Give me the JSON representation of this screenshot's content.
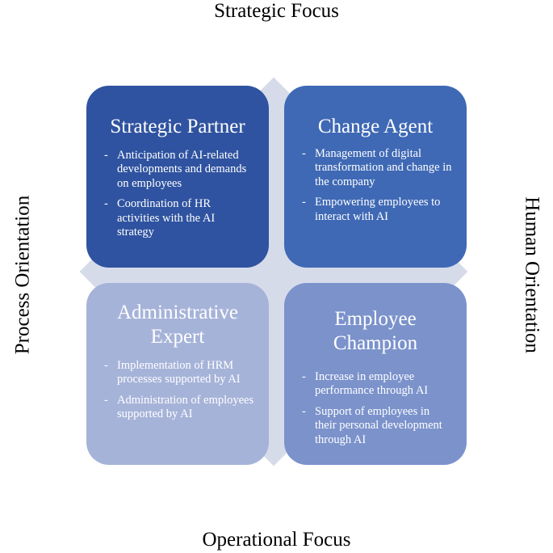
{
  "axes": {
    "top": "Strategic Focus",
    "bottom": "Operational Focus",
    "left": "Process Orientation",
    "right": "Human Orientation"
  },
  "quadrants": {
    "strategic_partner": {
      "title": "Strategic Partner",
      "items": [
        "Anticipation of AI-related developments and demands on employees",
        "Coordination of HR activities with the AI strategy"
      ],
      "color": "#2f53a0"
    },
    "change_agent": {
      "title": "Change Agent",
      "items": [
        "Management of digital transformation and change in the company",
        "Empowering employees to interact with AI"
      ],
      "color": "#3f69b5"
    },
    "administrative_expert": {
      "title": "Administrative Expert",
      "items": [
        "Implementation of HRM processes supported by AI",
        "Administration of employees supported by AI"
      ],
      "color": "#a6b3d9"
    },
    "employee_champion": {
      "title": "Employee Champion",
      "items": [
        "Increase in employee performance through AI",
        "Support of employees in their personal development through AI"
      ],
      "color": "#7b92cb"
    }
  },
  "diamond_color": "#d6dbea"
}
